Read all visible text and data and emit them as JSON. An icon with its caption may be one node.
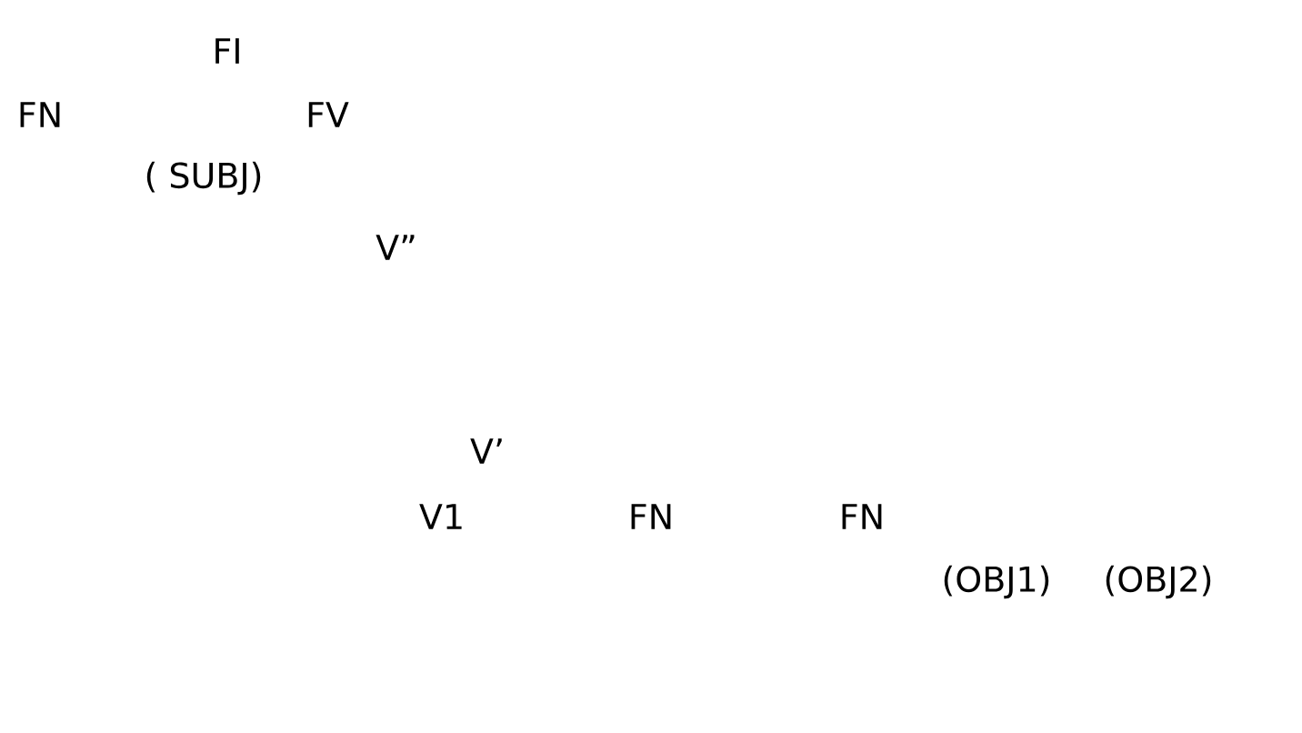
{
  "diagram": {
    "labels": [
      "FI",
      "FN",
      "FV",
      "( SUBJ)",
      "V”",
      "V’",
      "V1",
      "FN",
      "FN",
      "(OBJ1)",
      "(OBJ2)"
    ]
  }
}
